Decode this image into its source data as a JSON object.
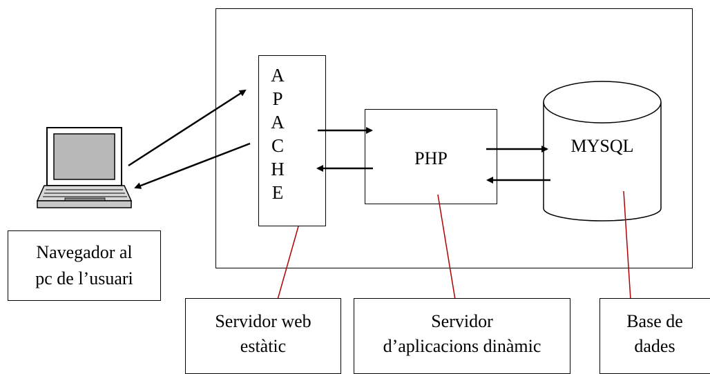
{
  "apache": {
    "letters": [
      "A",
      "P",
      "A",
      "C",
      "H",
      "E"
    ]
  },
  "php": {
    "label": "PHP"
  },
  "mysql": {
    "label": "MYSQL"
  },
  "client": {
    "line1": "Navegador al",
    "line2": "pc de l’usuari"
  },
  "callouts": {
    "web_server": {
      "line1": "Servidor web",
      "line2": "estàtic"
    },
    "app_server": {
      "line1": "Servidor",
      "line2": "d’aplicacions dinàmic"
    },
    "database": {
      "line1": "Base de",
      "line2": "dades"
    }
  },
  "colors": {
    "leader_line": "#b00000",
    "stroke": "#000000",
    "laptop_screen": "#b8b8b8"
  }
}
